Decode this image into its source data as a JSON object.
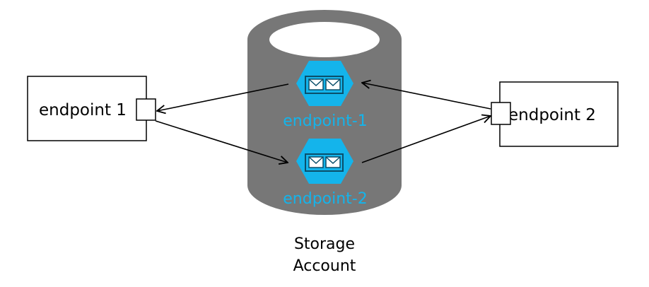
{
  "endpoint_left": {
    "label": "endpoint 1"
  },
  "endpoint_right": {
    "label": "endpoint 2"
  },
  "storage": {
    "label_line1": "Storage",
    "label_line2": "Account"
  },
  "queues": [
    {
      "label": "endpoint-1",
      "icon": "queue-icon"
    },
    {
      "label": "endpoint-2",
      "icon": "queue-icon"
    }
  ],
  "colors": {
    "cylinder": "#777777",
    "cylinder_top": "#ffffff",
    "queue_accent": "#14b4eb",
    "queue_dark": "#0a93c7",
    "line": "#000000"
  }
}
